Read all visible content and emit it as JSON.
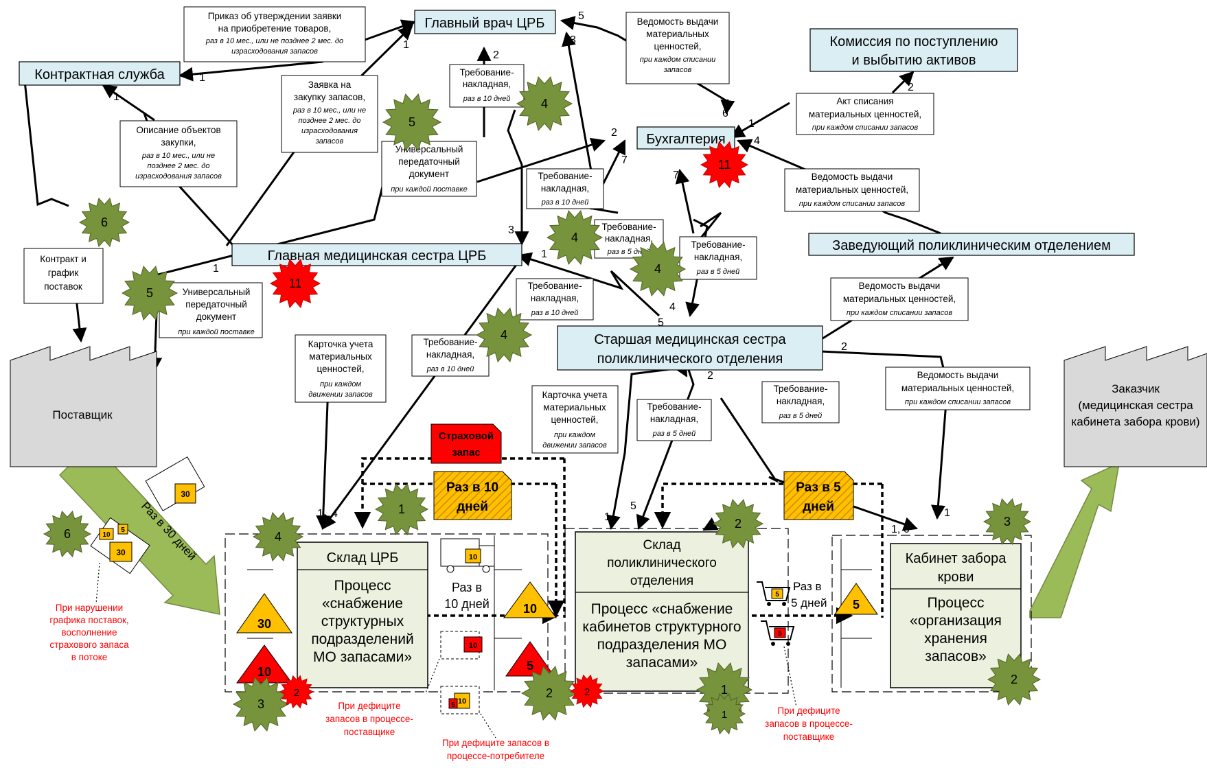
{
  "colors": {
    "blue_box": "#dbeef4",
    "green_box": "#ebf1de",
    "green_star": "#77933c",
    "red": "#ff0000",
    "yellow": "#ffc000",
    "factory": "#d9d9d9",
    "arrow_green": "#9bbb59",
    "red_note": "#ff0000"
  },
  "nodes": {
    "chief_doctor": "Главный врач ЦРБ",
    "contract_service": "Контрактная служба",
    "commission": [
      "Комиссия по поступлению",
      "и выбытию активов"
    ],
    "accounting": "Бухгалтерия",
    "head_nurse": "Главная медицинская сестра ЦРБ",
    "clinic_head": "Заведующий поликлиническим отделением",
    "senior_nurse": [
      "Старшая медицинская сестра",
      "поликлинического отделения"
    ],
    "supplier": "Поставщик",
    "customer": [
      "Заказчик",
      "(медицинская сестра",
      "кабинета забора крови)"
    ]
  },
  "processes": {
    "warehouse_crb": {
      "title": "Склад ЦРБ",
      "body": [
        "Процесс",
        "«снабжение",
        "структурных",
        "подразделений",
        "МО запасами»"
      ]
    },
    "warehouse_clinic": {
      "title": [
        "Склад",
        "поликлинического",
        "отделения"
      ],
      "body": [
        "Процесс «снабжение",
        "кабинетов структурного",
        "подразделения МО",
        "запасами»"
      ]
    },
    "blood_room": {
      "title": [
        "Кабинет забора",
        "крови"
      ],
      "body": [
        "Процесс",
        "«организация",
        "хранения",
        "запасов»"
      ]
    }
  },
  "documents": {
    "order": {
      "lines": [
        "Приказ об утверждении заявки",
        "на приобретение товаров,"
      ],
      "italic": [
        "раз в 10 мес., или не позднее 2 мес. до",
        "израсходования запасов"
      ]
    },
    "request": {
      "lines": [
        "Заявка на",
        "закупку запасов,"
      ],
      "italic": [
        "раз в 10 мес., или не",
        "позднее 2 мес. до",
        "израсходования",
        "запасов"
      ]
    },
    "description": {
      "lines": [
        "Описание объектов",
        "закупки,"
      ],
      "italic": [
        "раз в 10 мес., или не",
        "позднее 2 мес. до",
        "израсходования запасов"
      ]
    },
    "contract": {
      "lines": [
        "Контракт и",
        "график",
        "поставок"
      ]
    },
    "udoc1": {
      "lines": [
        "Универсальный",
        "передаточный",
        "документ"
      ],
      "italic": [
        "при каждой поставке"
      ]
    },
    "udoc2": {
      "lines": [
        "Универсальный",
        "передаточный",
        "документ"
      ],
      "italic": [
        "при каждой поставке"
      ]
    },
    "req_top": {
      "lines": [
        "Требование-",
        "накладная,"
      ],
      "italic": [
        "раз в 10 дней"
      ]
    },
    "req_mid": {
      "lines": [
        "Требование-",
        "накладная,"
      ],
      "italic": [
        "раз в 10 дней"
      ]
    },
    "req_5a": {
      "lines": [
        "Требование-",
        "накладная,"
      ],
      "italic": [
        "раз в 5 дней"
      ]
    },
    "req_5b": {
      "lines": [
        "Требование-",
        "накладная,"
      ],
      "italic": [
        "раз в 5 дней"
      ]
    },
    "req_10c": {
      "lines": [
        "Требование-",
        "накладная,"
      ],
      "italic": [
        "раз в 10 дней"
      ]
    },
    "req_10d": {
      "lines": [
        "Требование-",
        "накладная,"
      ],
      "italic": [
        "раз в 10 дней"
      ]
    },
    "req_5c": {
      "lines": [
        "Требование-",
        "накладная,"
      ],
      "italic": [
        "раз в 5 дней"
      ]
    },
    "req_5d": {
      "lines": [
        "Требование-",
        "накладная,"
      ],
      "italic": [
        "раз в 5 дней"
      ]
    },
    "ledger_top": {
      "lines": [
        "Ведомость выдачи",
        "материальных",
        "ценностей,"
      ],
      "italic": [
        "при каждом списании",
        "запасов"
      ]
    },
    "act": {
      "lines": [
        "Акт списания",
        "материальных ценностей,"
      ],
      "italic": [
        "при каждом списании запасов"
      ]
    },
    "ledger_right": {
      "lines": [
        "Ведомость выдачи",
        "материальных ценностей,"
      ],
      "italic": [
        "при каждом списании запасов"
      ]
    },
    "ledger_clinic": {
      "lines": [
        "Ведомость выдачи",
        "материальных ценностей,"
      ],
      "italic": [
        "при каждом списании запасов"
      ]
    },
    "ledger_br": {
      "lines": [
        "Ведомость выдачи",
        "материальных ценностей,"
      ],
      "italic": [
        "при каждом списании запасов"
      ]
    },
    "card1": {
      "lines": [
        "Карточка учета",
        "материальных",
        "ценностей,"
      ],
      "italic": [
        "при каждом",
        "движении запасов"
      ]
    },
    "card2": {
      "lines": [
        "Карточка учета",
        "материальных",
        "ценностей,"
      ],
      "italic": [
        "при каждом",
        "движении запасов"
      ]
    }
  },
  "flow_numbers": {
    "n1a": "1",
    "n1b": "1",
    "n1c": "1",
    "n2a": "2",
    "n3a": "3",
    "n5a": "5",
    "n6a": "6",
    "n1d": "1",
    "n2b": "2",
    "n4a": "4",
    "n2c": "2",
    "n7a": "7",
    "n7b": "7",
    "n3b": "3",
    "n1e": "1",
    "n1f": "1",
    "n5b": "5",
    "n4b": "4",
    "n3c": "3",
    "n2d": "2",
    "n2e": "2",
    "n1g": "1",
    "n4c": "4",
    "n1h": "1",
    "n5c": "5",
    "n1i": "1",
    "n16": "1, 6"
  },
  "stars": {
    "green": [
      "6",
      "5",
      "5",
      "4",
      "4",
      "4",
      "4",
      "4",
      "1",
      "2",
      "3",
      "3",
      "2",
      "1",
      "2",
      "1",
      "6"
    ],
    "red": [
      "11",
      "11",
      "2",
      "2"
    ]
  },
  "labels": {
    "safety_stock": [
      "Страховой",
      "запас"
    ],
    "every10": [
      "Раз в 10",
      "дней"
    ],
    "every5": [
      "Раз в 5",
      "дней"
    ],
    "every30": "Раз в 30 дней",
    "truck_between": [
      "Раз в",
      "10 дней"
    ],
    "cart_between": [
      "Раз в",
      "5 дней"
    ]
  },
  "inventory": {
    "tri_30": "30",
    "tri_10_red": "10",
    "tri_10_y": "10",
    "tri_5_red": "5",
    "tri_5_y": "5",
    "truck_box_30": "30",
    "truck_box_10": "10",
    "truck_box_10r": "10",
    "truck_box_10y": "10",
    "truck_box_5r": "5",
    "cart_5": "5",
    "cart_5r": "5",
    "sup_truck_30": "30",
    "sup_truck_10": "10",
    "sup_truck_5": "5"
  },
  "notes": {
    "violation": [
      "При нарушении",
      "графика поставок,",
      "восполнение",
      "страхового запаса",
      "в потоке"
    ],
    "deficit_supplier_1": [
      "При дефиците",
      "запасов в процессе-",
      "поставщике"
    ],
    "deficit_consumer": [
      "При дефиците запасов в",
      "процессе-потребителе"
    ],
    "deficit_supplier_2": [
      "При дефиците",
      "запасов в процессе-",
      "поставщике"
    ]
  }
}
